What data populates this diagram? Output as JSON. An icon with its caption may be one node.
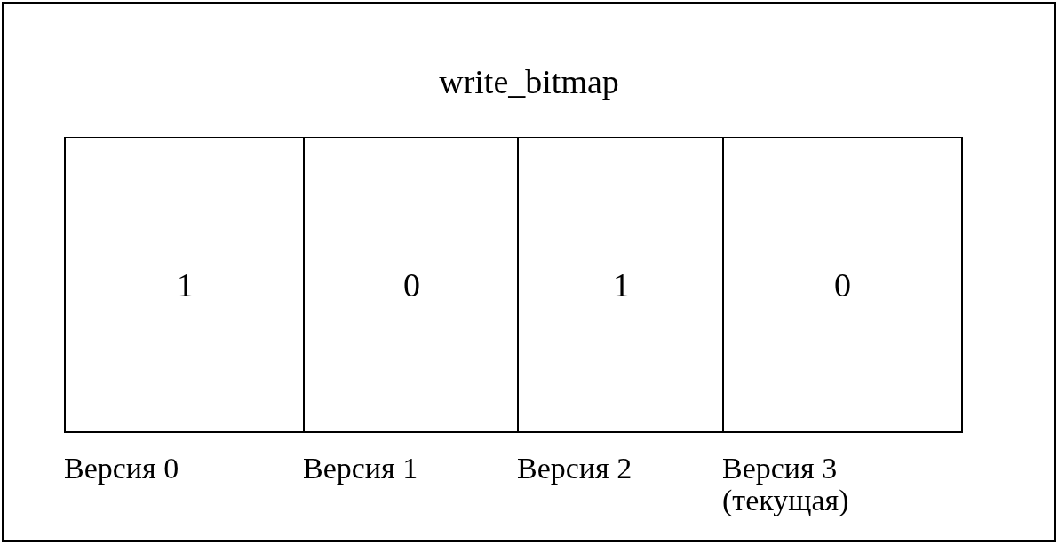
{
  "diagram": {
    "nodes": [
      {
        "text": [
          "write_bitmap"
        ]
      },
      {
        "text": [
          "1"
        ],
        "in": 0,
        "beside": [
          "Версия 0"
        ]
      },
      {
        "text": [
          "0"
        ],
        "in": 0,
        "beside": [
          "Версия 1"
        ]
      },
      {
        "text": [
          "1"
        ],
        "in": 0,
        "beside": [
          "Версия 2"
        ]
      },
      {
        "text": [
          "0"
        ],
        "in": 0,
        "beside": [
          "Версия 3 (текущая)"
        ]
      }
    ],
    "edges": []
  }
}
